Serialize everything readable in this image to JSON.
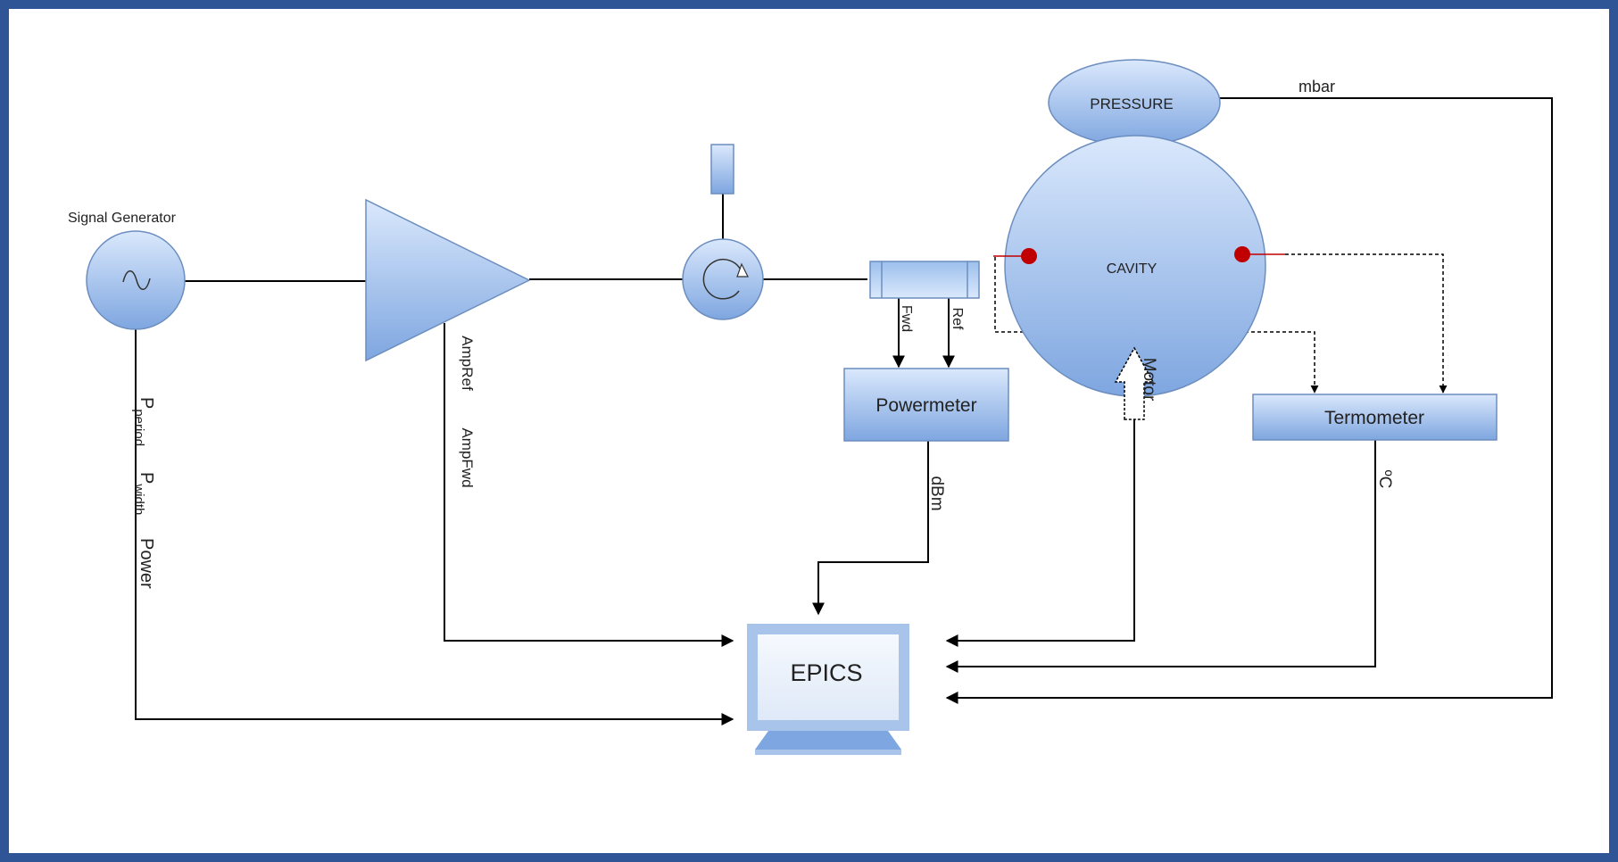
{
  "blocks": {
    "signal_generator": "Signal Generator",
    "pressure": "PRESSURE",
    "cavity": "CAVITY",
    "powermeter": "Powermeter",
    "termometer": "Termometer",
    "epics": "EPICS"
  },
  "signals": {
    "mbar": "mbar",
    "fwd": "Fwd",
    "ref": "Ref",
    "motor": "Motor",
    "dbm": "dBm",
    "celsius": "ºC",
    "amp_ref": "AmpRef",
    "amp_fwd": "AmpFwd",
    "p_letter": "P",
    "period_sub": "period",
    "width_sub": "width",
    "power": "Power"
  },
  "colors": {
    "frame": "#2f5597",
    "shape_light": "#dae8fc",
    "shape_dark": "#7ea6e0",
    "stroke": "#6c8ebf",
    "port": "#c00000"
  }
}
